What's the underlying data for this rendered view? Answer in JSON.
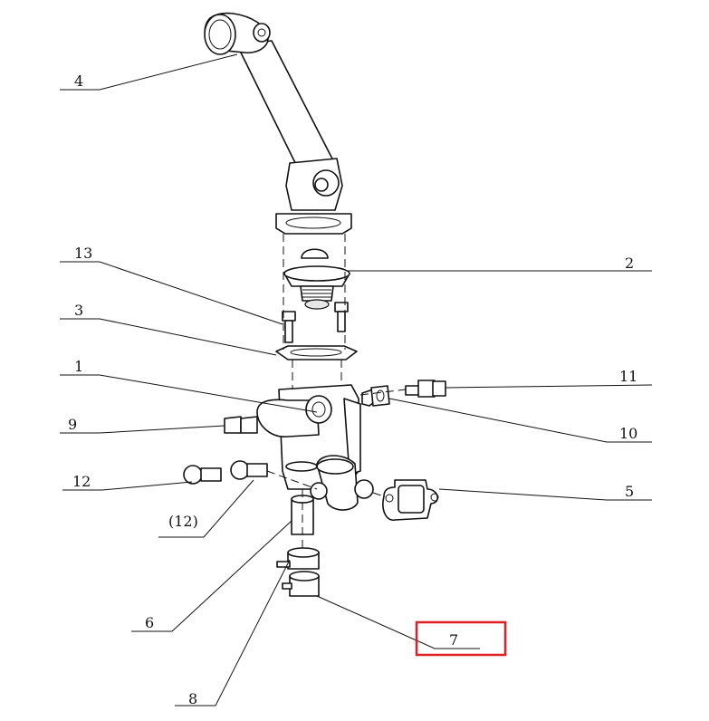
{
  "diagram": {
    "callouts": [
      {
        "id": "4",
        "text": "4"
      },
      {
        "id": "13",
        "text": "13"
      },
      {
        "id": "2",
        "text": "2"
      },
      {
        "id": "3",
        "text": "3"
      },
      {
        "id": "1",
        "text": "1"
      },
      {
        "id": "11",
        "text": "11"
      },
      {
        "id": "9",
        "text": "9"
      },
      {
        "id": "10",
        "text": "10"
      },
      {
        "id": "12",
        "text": "12"
      },
      {
        "id": "12b",
        "text": "(12)"
      },
      {
        "id": "5",
        "text": "5"
      },
      {
        "id": "6",
        "text": "6"
      },
      {
        "id": "7",
        "text": "7"
      },
      {
        "id": "8",
        "text": "8"
      }
    ],
    "highlighted_callout": "7",
    "highlight_color": "#e02020"
  }
}
